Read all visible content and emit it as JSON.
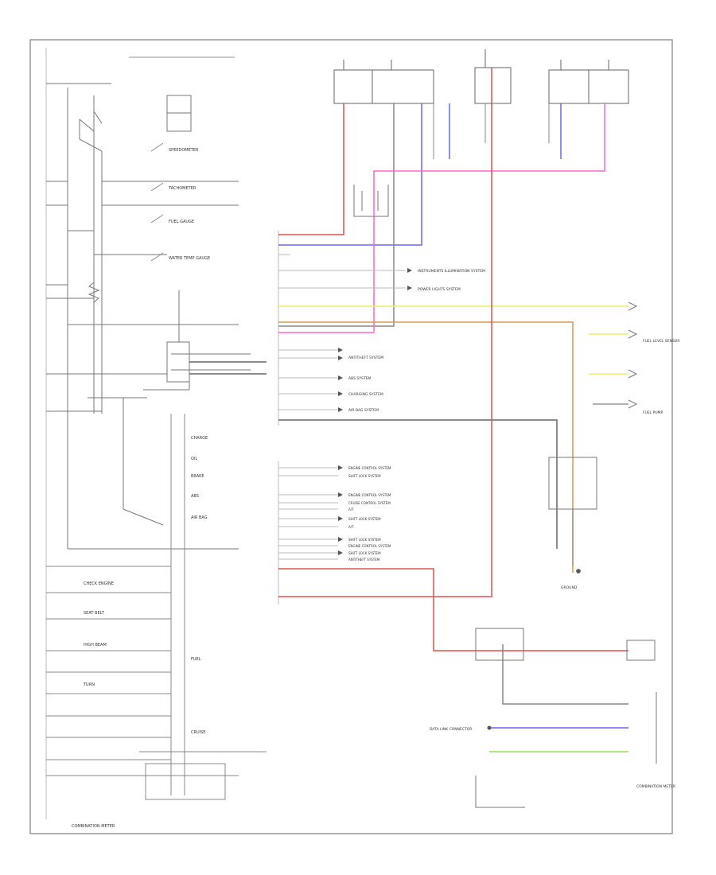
{
  "title": "INSTRUMENT PANEL",
  "colors": {
    "frame": "#999999",
    "wire_black": "#555555",
    "wire_red": "#e05050",
    "wire_pink": "#ff66cc",
    "wire_blue": "#6666ff",
    "wire_yellow": "#eeee66",
    "wire_orange": "#d89850",
    "wire_green": "#99dd55",
    "wire_gray": "#999999",
    "wire_white": "#bbbbbb"
  },
  "gauges": [
    {
      "label": "SPEEDOMETER"
    },
    {
      "label": "TACHOMETER"
    },
    {
      "label": "FUEL GAUGE"
    },
    {
      "label": "WATER TEMP GAUGE"
    }
  ],
  "system_refs": [
    {
      "label": "INSTRUMENTS ILLUMINATION SYSTEM"
    },
    {
      "label": "POWER LIGHTS SYSTEM"
    },
    {
      "label": "ANTITHEFT SYSTEM"
    },
    {
      "label": "ABS SYSTEM"
    },
    {
      "label": "CHARGING SYSTEM"
    },
    {
      "label": "AIR BAG SYSTEM"
    }
  ],
  "bottom_refs": [
    {
      "label": "ENGINE CONTROL SYSTEM"
    },
    {
      "label": "SHIFT LOCK SYSTEM"
    },
    {
      "label": "ENGINE CONTROL SYSTEM"
    },
    {
      "label": "CRUISE CONTROL SYSTEM"
    },
    {
      "label": "A/T"
    },
    {
      "label": "SHIFT LOCK SYSTEM"
    },
    {
      "label": "A/T"
    },
    {
      "label": "SHIFT LOCK SYSTEM"
    },
    {
      "label": "ENGINE CONTROL SYSTEM"
    },
    {
      "label": "SHIFT LOCK SYSTEM"
    },
    {
      "label": "ANTITHEFT SYSTEM"
    }
  ],
  "right_components": [
    {
      "label": "FUEL LEVEL SENSOR"
    },
    {
      "label": "FUEL PUMP"
    },
    {
      "label": "GROUND"
    }
  ],
  "indicators": [
    {
      "label": "CHARGE"
    },
    {
      "label": "OIL"
    },
    {
      "label": "BRAKE"
    },
    {
      "label": "ABS"
    },
    {
      "label": "AIR BAG"
    },
    {
      "label": "CHECK ENGINE"
    },
    {
      "label": "SEAT BELT"
    },
    {
      "label": "HIGH BEAM"
    },
    {
      "label": "TURN"
    },
    {
      "label": "FUEL"
    },
    {
      "label": "CRUISE"
    }
  ],
  "lower_right": [
    {
      "label": "DATA LINK CONNECTOR"
    },
    {
      "label": "COMBINATION METER"
    }
  ],
  "footer": {
    "label": "COMBINATION METER"
  }
}
